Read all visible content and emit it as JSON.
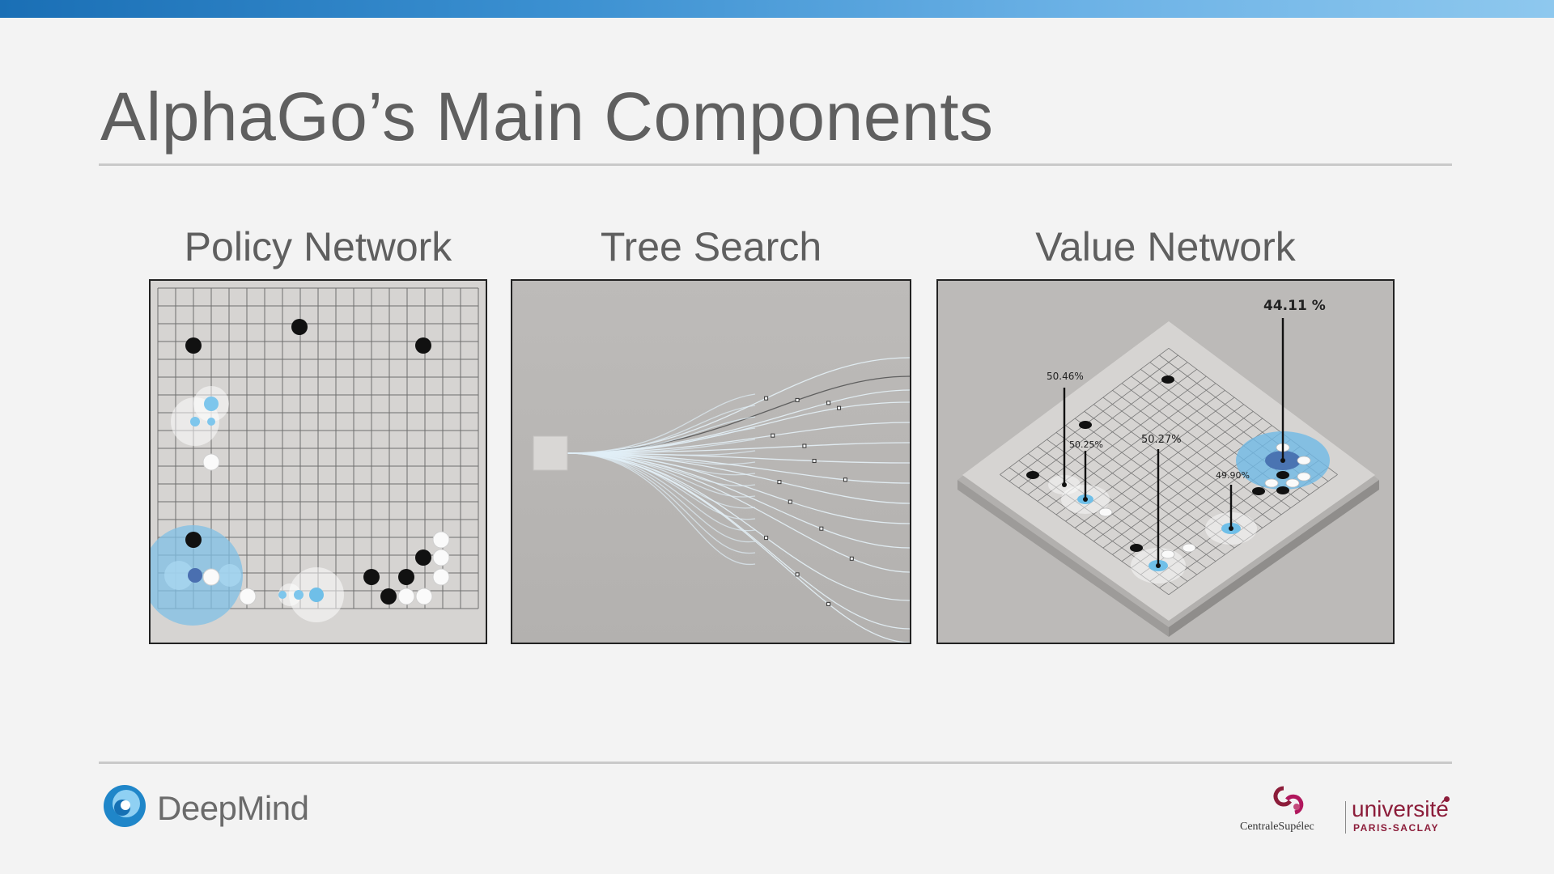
{
  "slide": {
    "title": "AlphaGo’s Main Components"
  },
  "panels": [
    {
      "heading": "Policy Network"
    },
    {
      "heading": "Tree Search"
    },
    {
      "heading": "Value Network",
      "annotations": [
        "44.11 %",
        "50.46%",
        "50.25%",
        "50.27%",
        "49.90%"
      ]
    }
  ],
  "footer": {
    "left_logo_text": "DeepMind",
    "right_logo_left_text": "CentraleSupélec",
    "right_logo_top_text": "université",
    "right_logo_bottom_text": "PARIS-SACLAY"
  },
  "colors": {
    "accent_blue": "#1a6fb5",
    "highlight_blue": "#5ab4e6",
    "university_red": "#8c1d3a",
    "text_gray": "#5f5f5f"
  },
  "icons": [
    "deepmind-swirl-icon",
    "centralesupelec-icon"
  ]
}
